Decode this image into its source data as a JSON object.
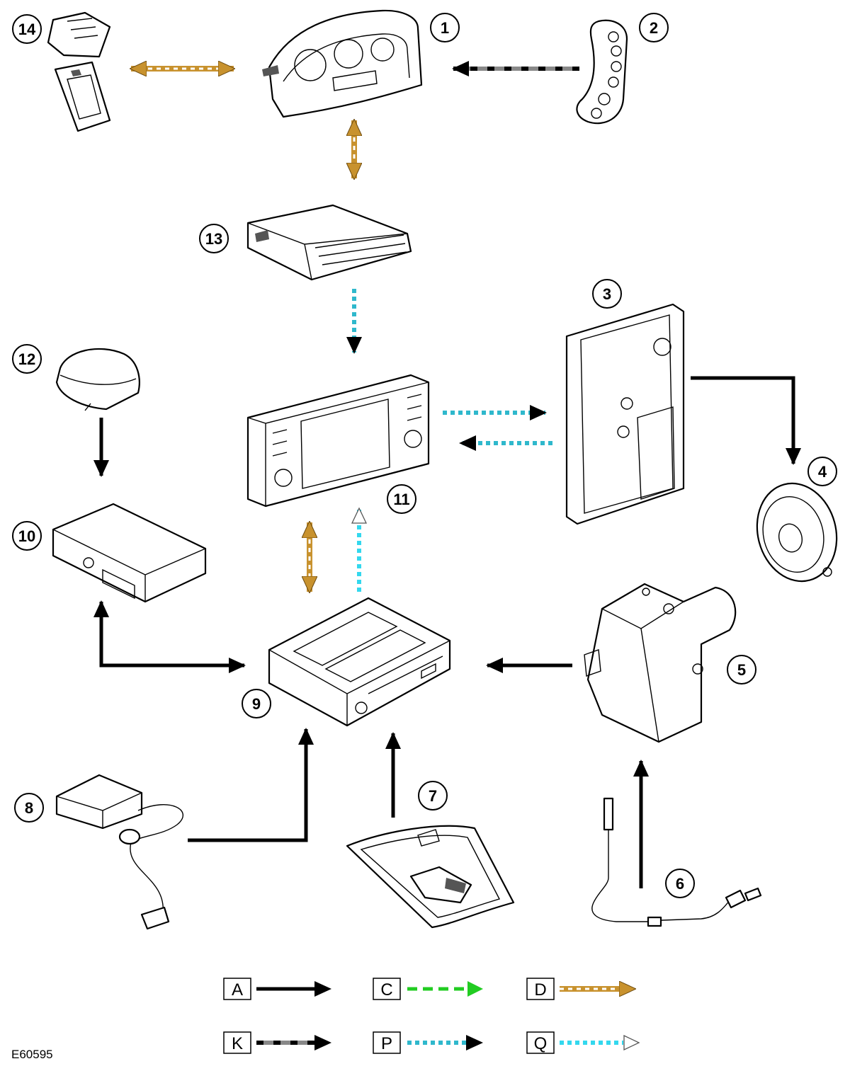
{
  "figure_ref": "E60595",
  "colors": {
    "black": "#000000",
    "gold": "#c8922e",
    "cyan": "#2fb8cc",
    "green": "#22cc22",
    "grey": "#888888"
  },
  "components": [
    {
      "n": "1",
      "icon": "instrument-cluster-icon"
    },
    {
      "n": "2",
      "icon": "steering-wheel-switch-icon"
    },
    {
      "n": "3",
      "icon": "audio-amplifier-icon"
    },
    {
      "n": "4",
      "icon": "speaker-icon"
    },
    {
      "n": "5",
      "icon": "abs-module-icon"
    },
    {
      "n": "6",
      "icon": "wheel-speed-sensor-icon"
    },
    {
      "n": "7",
      "icon": "overhead-console-icon"
    },
    {
      "n": "8",
      "icon": "gps-antenna-icon"
    },
    {
      "n": "9",
      "icon": "navigation-computer-icon"
    },
    {
      "n": "10",
      "icon": "tmc-receiver-icon"
    },
    {
      "n": "11",
      "icon": "touch-screen-display-icon"
    },
    {
      "n": "12",
      "icon": "tmc-antenna-icon"
    },
    {
      "n": "13",
      "icon": "gateway-module-icon"
    },
    {
      "n": "14",
      "icon": "diagnostic-connector-icon"
    }
  ],
  "legend": [
    {
      "letter": "A",
      "style": "solid-black-arrow"
    },
    {
      "letter": "C",
      "style": "green-dashed-arrow"
    },
    {
      "letter": "D",
      "style": "gold-bus-arrow"
    },
    {
      "letter": "K",
      "style": "grey-black-dashed-arrow"
    },
    {
      "letter": "P",
      "style": "cyan-dotted-arrow"
    },
    {
      "letter": "Q",
      "style": "cyan-dotted-open-arrow"
    }
  ]
}
